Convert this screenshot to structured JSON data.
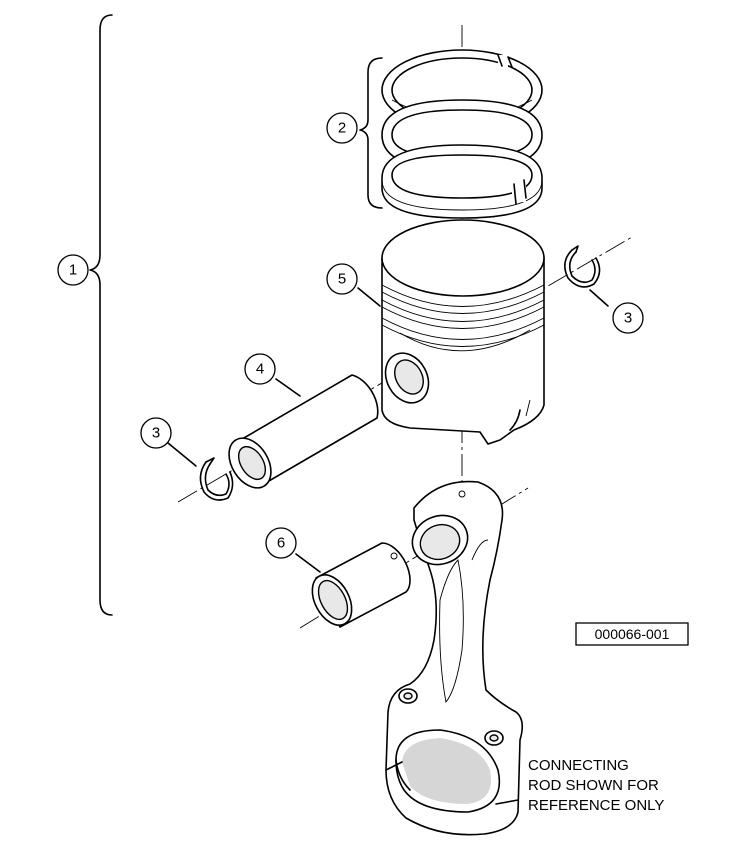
{
  "callouts": {
    "c1": "1",
    "c2": "2",
    "c3a": "3",
    "c3b": "3",
    "c4": "4",
    "c5": "5",
    "c6": "6"
  },
  "figure_id": "000066-001",
  "note": {
    "line1": "CONNECTING",
    "line2": "ROD SHOWN FOR",
    "line3": "REFERENCE ONLY"
  }
}
